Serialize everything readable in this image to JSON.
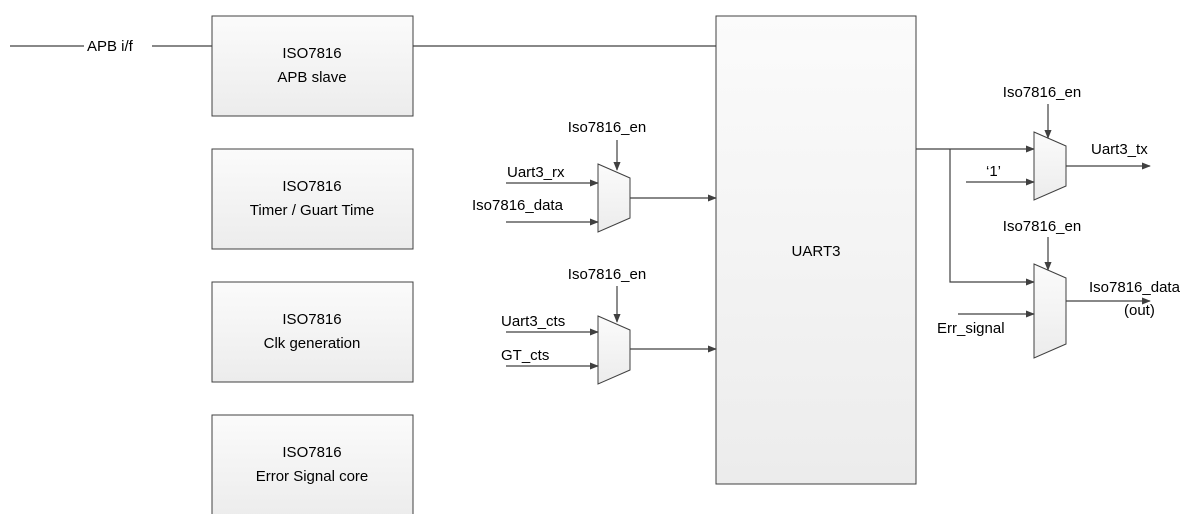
{
  "blocks": {
    "apb_slave": {
      "line1": "ISO7816",
      "line2": "APB  slave"
    },
    "timer": {
      "line1": "ISO7816",
      "line2": "Timer / Guart Time"
    },
    "clk": {
      "line1": "ISO7816",
      "line2": "Clk generation"
    },
    "error": {
      "line1": "ISO7816",
      "line2": "Error Signal core"
    },
    "uart3": {
      "label": "UART3"
    }
  },
  "signals": {
    "apb_if": "APB i/f",
    "mux_rx": {
      "select": "Iso7816_en",
      "in1": "Uart3_rx",
      "in2": "Iso7816_data"
    },
    "mux_cts": {
      "select": "Iso7816_en",
      "in1": "Uart3_cts",
      "in2": "GT_cts"
    },
    "mux_tx": {
      "select": "Iso7816_en",
      "in2": "‘1’",
      "out": "Uart3_tx"
    },
    "mux_data": {
      "select": "Iso7816_en",
      "in2": "Err_signal",
      "out_line1": "Iso7816_data",
      "out_line2": "(out)"
    }
  }
}
